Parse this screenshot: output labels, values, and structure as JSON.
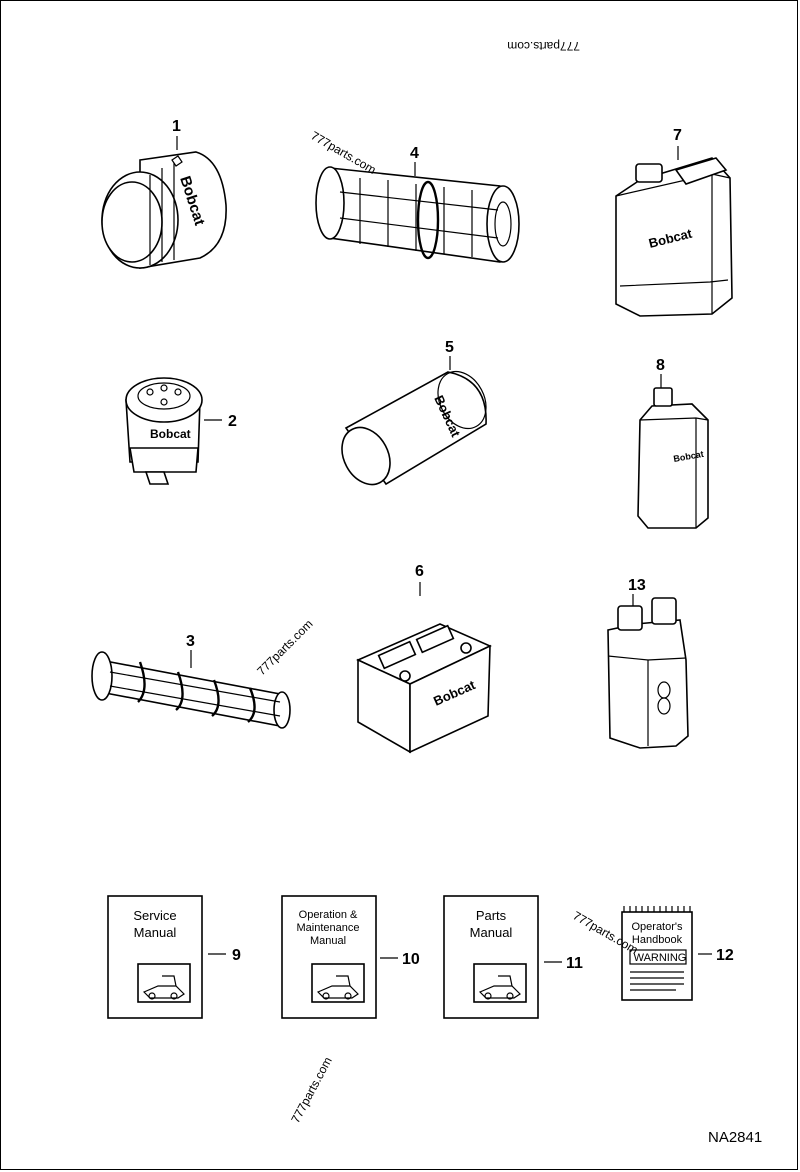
{
  "callouts": {
    "p1": "1",
    "p2": "2",
    "p3": "3",
    "p4": "4",
    "p5": "5",
    "p6": "6",
    "p7": "7",
    "p8": "8",
    "p9": "9",
    "p10": "10",
    "p11": "11",
    "p12": "12",
    "p13": "13"
  },
  "brand": "Bobcat",
  "books": {
    "service": [
      "Service",
      "Manual"
    ],
    "operation": [
      "Operation &",
      "Maintenance",
      "Manual"
    ],
    "parts": [
      "Parts",
      "Manual"
    ],
    "handbook": [
      "Operator's",
      "Handbook"
    ],
    "warning": "WARNING"
  },
  "watermark": "777parts.com",
  "drawing_number": "NA2841"
}
